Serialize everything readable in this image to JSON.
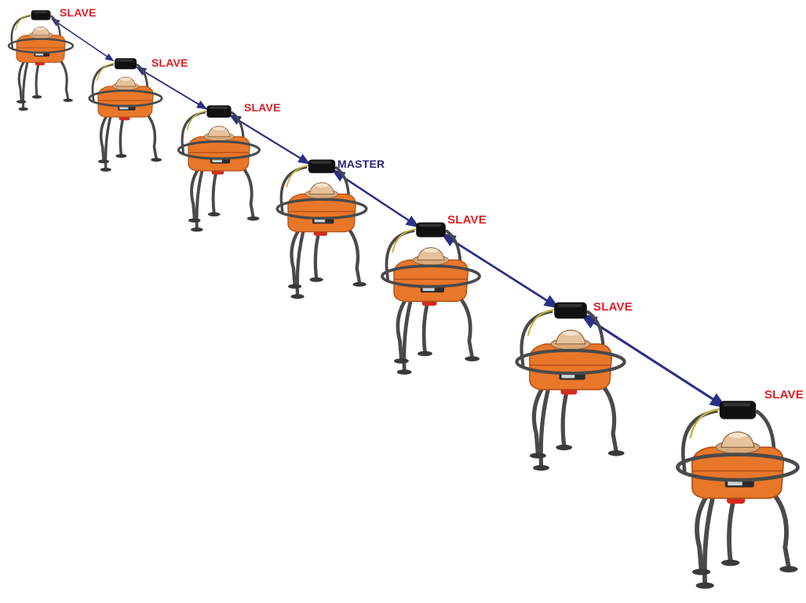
{
  "colors": {
    "slave_label": "#e11b22",
    "master_label": "#26287a",
    "link_arrow": "#2b2f86",
    "casing": "#e8772a",
    "casing_dark": "#b24f16",
    "frame": "#4a4a4a",
    "transceiver": "#111111"
  },
  "units": [
    {
      "role": "SLAVE"
    },
    {
      "role": "SLAVE"
    },
    {
      "role": "SLAVE"
    },
    {
      "role": "MASTER"
    },
    {
      "role": "SLAVE"
    },
    {
      "role": "SLAVE"
    },
    {
      "role": "SLAVE"
    }
  ],
  "links": [
    {
      "from": 0,
      "to": 1,
      "direction": "both"
    },
    {
      "from": 1,
      "to": 2,
      "direction": "both"
    },
    {
      "from": 2,
      "to": 3,
      "direction": "both"
    },
    {
      "from": 3,
      "to": 4,
      "direction": "both"
    },
    {
      "from": 4,
      "to": 5,
      "direction": "both"
    },
    {
      "from": 5,
      "to": 6,
      "direction": "both"
    }
  ]
}
